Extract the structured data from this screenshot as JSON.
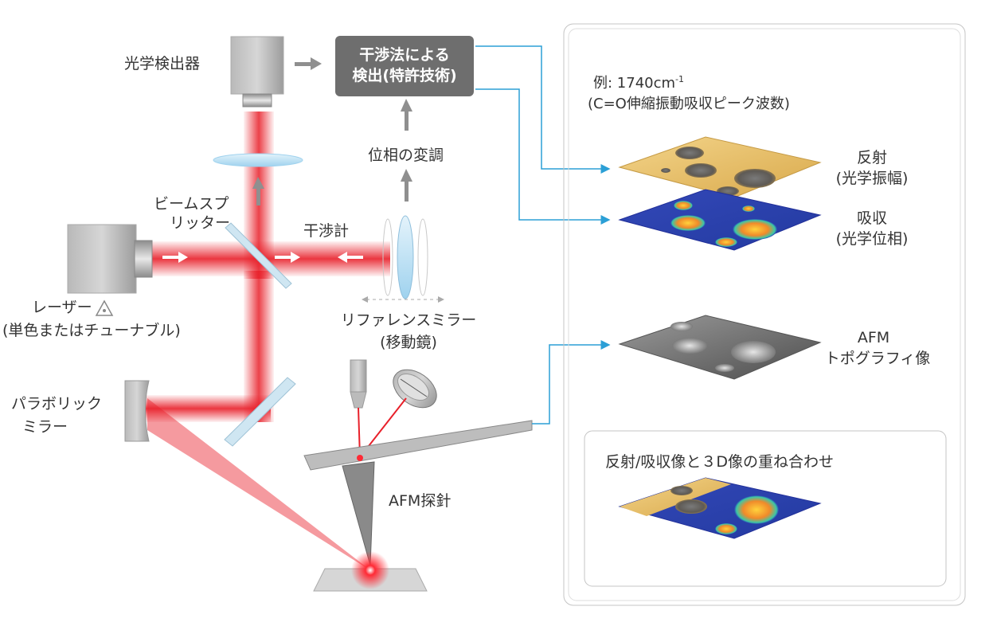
{
  "labels": {
    "detector": "光学検出器",
    "interferometric_detection_line1": "干渉法による",
    "interferometric_detection_line2": "検出(特許技術)",
    "phase_modulation": "位相の変調",
    "beam_splitter_line1": "ビームスプ",
    "beam_splitter_line2": "リッター",
    "interferometer": "干渉計",
    "laser_line1": "レーザー",
    "laser_line2": "(単色またはチューナブル)",
    "reference_mirror_line1": "リファレンスミラー",
    "reference_mirror_line2": "(移動鏡)",
    "parabolic_mirror_line1": "パラボリック",
    "parabolic_mirror_line2": "ミラー",
    "afm_probe": "AFM探針"
  },
  "panel": {
    "example_prefix": "例: 1740cm",
    "example_sup": "-1",
    "example_line2": "(C=O伸縮振動吸収ピーク波数)",
    "reflection_line1": "反射",
    "reflection_line2": "(光学振幅)",
    "absorption_line1": "吸収",
    "absorption_line2": "(光学位相)",
    "afm_line1": "AFM",
    "afm_line2": "トポグラフィ像",
    "overlay_title": "反射/吸収像と３D像の重ね合わせ"
  },
  "colors": {
    "laser_red": "#e8202a",
    "box_gray": "#6e6e6e",
    "connector_blue": "#2b9fd6",
    "amplitude_yellow": "#e9c36a",
    "phase_blue": "#2a3fb0"
  }
}
